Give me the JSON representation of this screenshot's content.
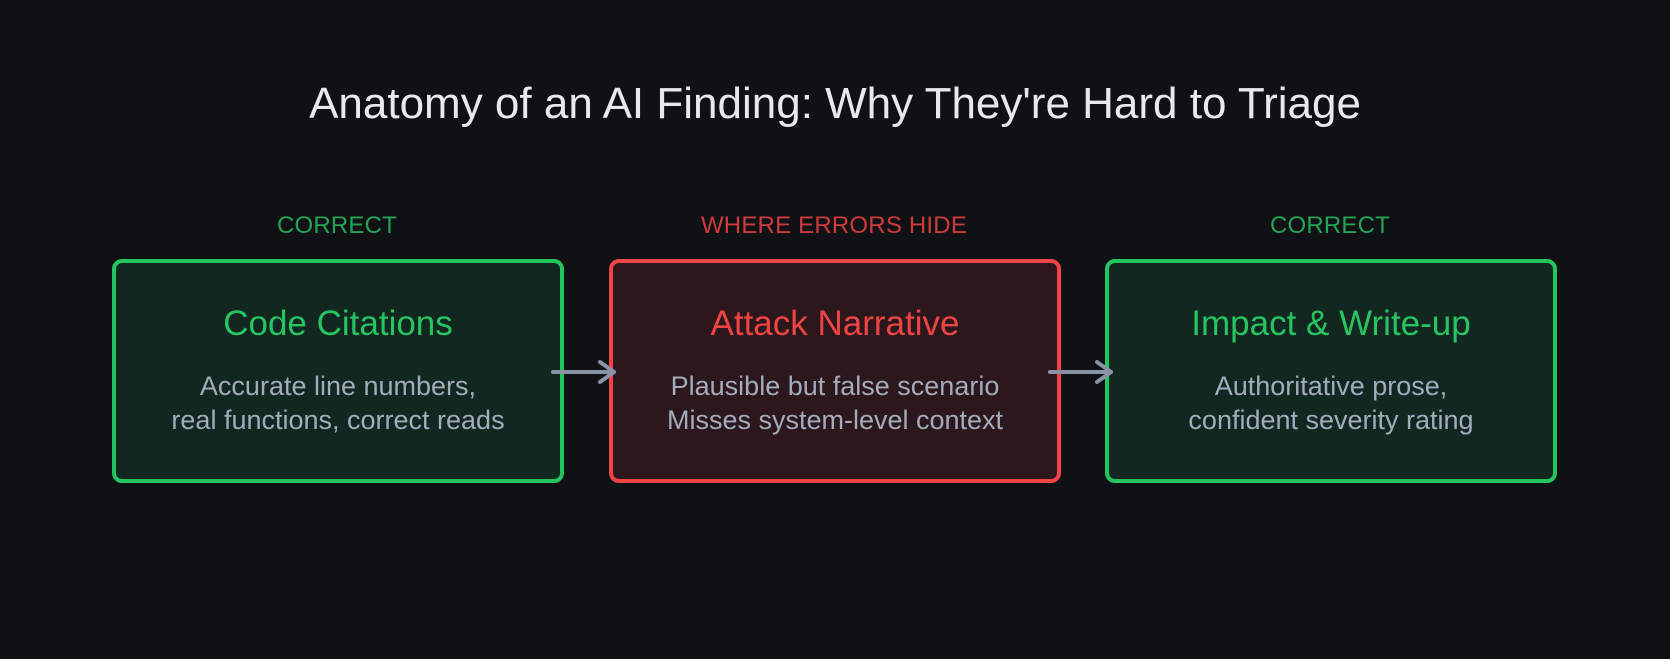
{
  "title": "Anatomy of an AI Finding: Why They're Hard to Triage",
  "stages": [
    {
      "label": "CORRECT",
      "title": "Code Citations",
      "lines": [
        "Accurate line numbers,",
        "real functions, correct reads"
      ]
    },
    {
      "label": "WHERE ERRORS HIDE",
      "title": "Attack Narrative",
      "lines": [
        "Plausible but false scenario",
        "Misses system-level context"
      ]
    },
    {
      "label": "CORRECT",
      "title": "Impact & Write-up",
      "lines": [
        "Authoritative prose,",
        "confident severity rating"
      ]
    }
  ],
  "colors": {
    "background": "#0f1115",
    "correct": "#22c55e",
    "error": "#ef4444",
    "arrow": "#8a93a6"
  }
}
